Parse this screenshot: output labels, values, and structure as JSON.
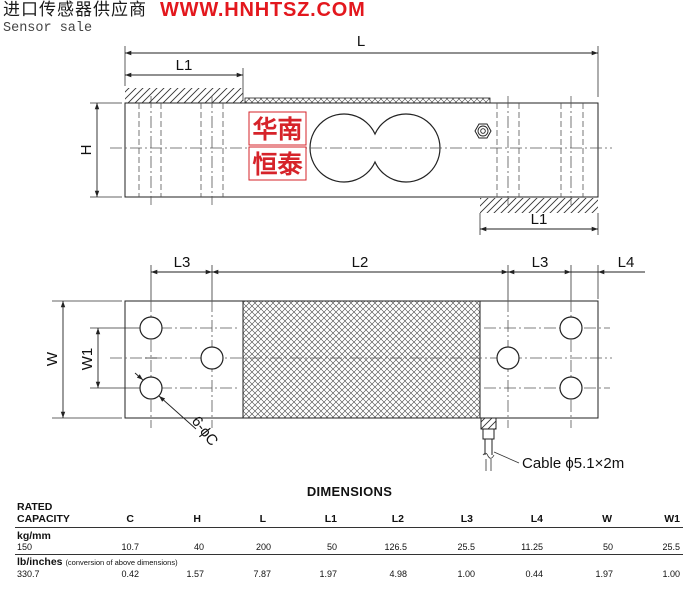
{
  "header": {
    "supplier": "进口传感器供应商",
    "website": "WWW.HNHTSZ.COM",
    "tagline": "Sensor sale"
  },
  "colors": {
    "website": "#e3171d",
    "stamp": "#d6232a"
  },
  "watermark": {
    "line1": "华南",
    "line2": "恒泰"
  },
  "side_view": {
    "length_label": "L",
    "support_left_label": "L1",
    "height_label": "H",
    "support_right_label": "L1"
  },
  "top_view": {
    "hole_pitch_left_label": "L3",
    "hole_span_label": "L2",
    "hole_pitch_right_label": "L3",
    "end_offset_label": "L4",
    "width_label": "W",
    "hole_spacing_label": "W1",
    "holes_label": "6-ϕC",
    "cable_label": "Cable ϕ5.1×2m"
  },
  "dimensions": {
    "title": "DIMENSIONS",
    "capacity_header_line1": "RATED",
    "capacity_header_line2": "CAPACITY",
    "columns": [
      "C",
      "H",
      "L",
      "L1",
      "L2",
      "L3",
      "L4",
      "W",
      "W1"
    ],
    "rows": [
      {
        "unit": "kg/mm",
        "note": "",
        "capacity": "150",
        "values": [
          "10.7",
          "40",
          "200",
          "50",
          "126.5",
          "25.5",
          "11.25",
          "50",
          "25.5"
        ]
      },
      {
        "unit": "lb/inches",
        "note": "(conversion of above dimensions)",
        "capacity": "330.7",
        "values": [
          "0.42",
          "1.57",
          "7.87",
          "1.97",
          "4.98",
          "1.00",
          "0.44",
          "1.97",
          "1.00"
        ]
      }
    ]
  }
}
